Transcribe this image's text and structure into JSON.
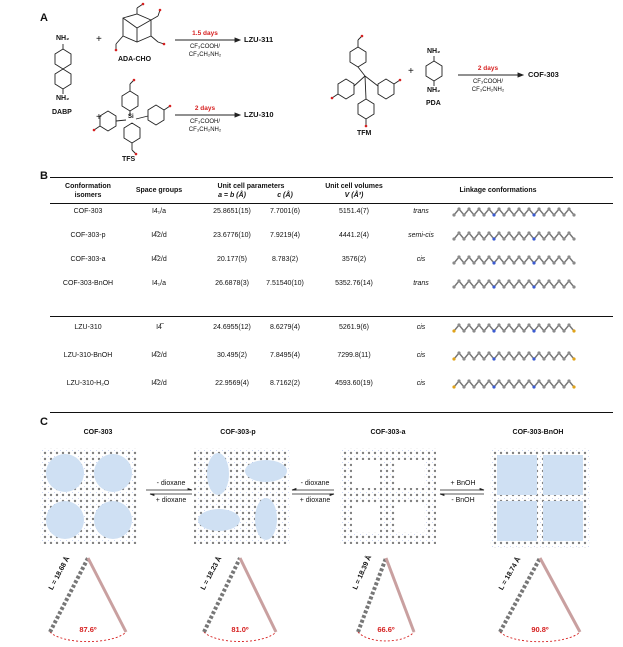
{
  "panel_a": {
    "label": "A",
    "dabp": "DABP",
    "nh2": "NH₂",
    "plus": "+",
    "ada_cho": "ADA-CHO",
    "tfs": "TFS",
    "si": "Si",
    "tfm": "TFM",
    "pda": "PDA",
    "reactions": [
      {
        "days": "1.5 days",
        "cond1": "CF₃COOH/",
        "cond2": "CF₃CH₂NH₂",
        "product": "LZU-311"
      },
      {
        "days": "2 days",
        "cond1": "CF₃COOH/",
        "cond2": "CF₃CH₂NH₂",
        "product": "LZU-310"
      },
      {
        "days": "2 days",
        "cond1": "CF₃COOH/",
        "cond2": "CF₃CH₂NH₂",
        "product": "COF-303"
      }
    ]
  },
  "panel_b": {
    "label": "B",
    "headers": {
      "isomers_1": "Conformation",
      "isomers_2": "isomers",
      "space": "Space groups",
      "unit_1": "Unit cell parameters",
      "a_eq_b": "a = b (Å)",
      "c": "c (Å)",
      "vol_1": "Unit cell volumes",
      "vol_2": "V (Å³)",
      "linkage": "Linkage conformations"
    },
    "rows": [
      {
        "name": "COF-303",
        "space": "I4₁/a",
        "a": "25.8651(15)",
        "c": "7.7001(6)",
        "v": "5151.4(7)",
        "conf": "trans",
        "end_color": "#8a8a8a"
      },
      {
        "name": "COF-303-p",
        "space": "I4̅2/d",
        "a": "23.6776(10)",
        "c": "7.9219(4)",
        "v": "4441.2(4)",
        "conf": "semi-cis",
        "end_color": "#8a8a8a"
      },
      {
        "name": "COF-303-a",
        "space": "I4̅2/d",
        "a": "20.177(5)",
        "c": "8.783(2)",
        "v": "3576(2)",
        "conf": "cis",
        "end_color": "#8a8a8a"
      },
      {
        "name": "COF-303-BnOH",
        "space": "I4₁/a",
        "a": "26.6878(3)",
        "c": "7.51540(10)",
        "v": "5352.76(14)",
        "conf": "trans",
        "end_color": "#8a8a8a"
      },
      {
        "name": "LZU-310",
        "space": "I4̅",
        "a": "24.6955(12)",
        "c": "8.6279(4)",
        "v": "5261.9(6)",
        "conf": "cis",
        "end_color": "#e0a31a"
      },
      {
        "name": "LZU-310-BnOH",
        "space": "I4̅2/d",
        "a": "30.495(2)",
        "c": "7.8495(4)",
        "v": "7299.8(11)",
        "conf": "cis",
        "end_color": "#e0a31a"
      },
      {
        "name": "LZU-310-H₂O",
        "space": "I4̅2/d",
        "a": "22.9569(4)",
        "c": "8.7162(2)",
        "v": "4593.60(19)",
        "conf": "cis",
        "end_color": "#e0a31a"
      }
    ]
  },
  "panel_c": {
    "label": "C",
    "structures": [
      {
        "name": "COF-303",
        "L": "L = 18.68 Å",
        "angle": "87.6º"
      },
      {
        "name": "COF-303-p",
        "L": "L = 18.23 Å",
        "angle": "81.0º"
      },
      {
        "name": "COF-303-a",
        "L": "L = 18.39 Å",
        "angle": "66.6º"
      },
      {
        "name": "COF-303-BnOH",
        "L": "L = 18.74 Å",
        "angle": "90.8º"
      }
    ],
    "arrows": [
      {
        "top": "- dioxane",
        "bottom": "+ dioxane"
      },
      {
        "top": "- dioxane",
        "bottom": "+ dioxane"
      },
      {
        "top": "+ BnOH",
        "bottom": "- BnOH"
      }
    ]
  }
}
